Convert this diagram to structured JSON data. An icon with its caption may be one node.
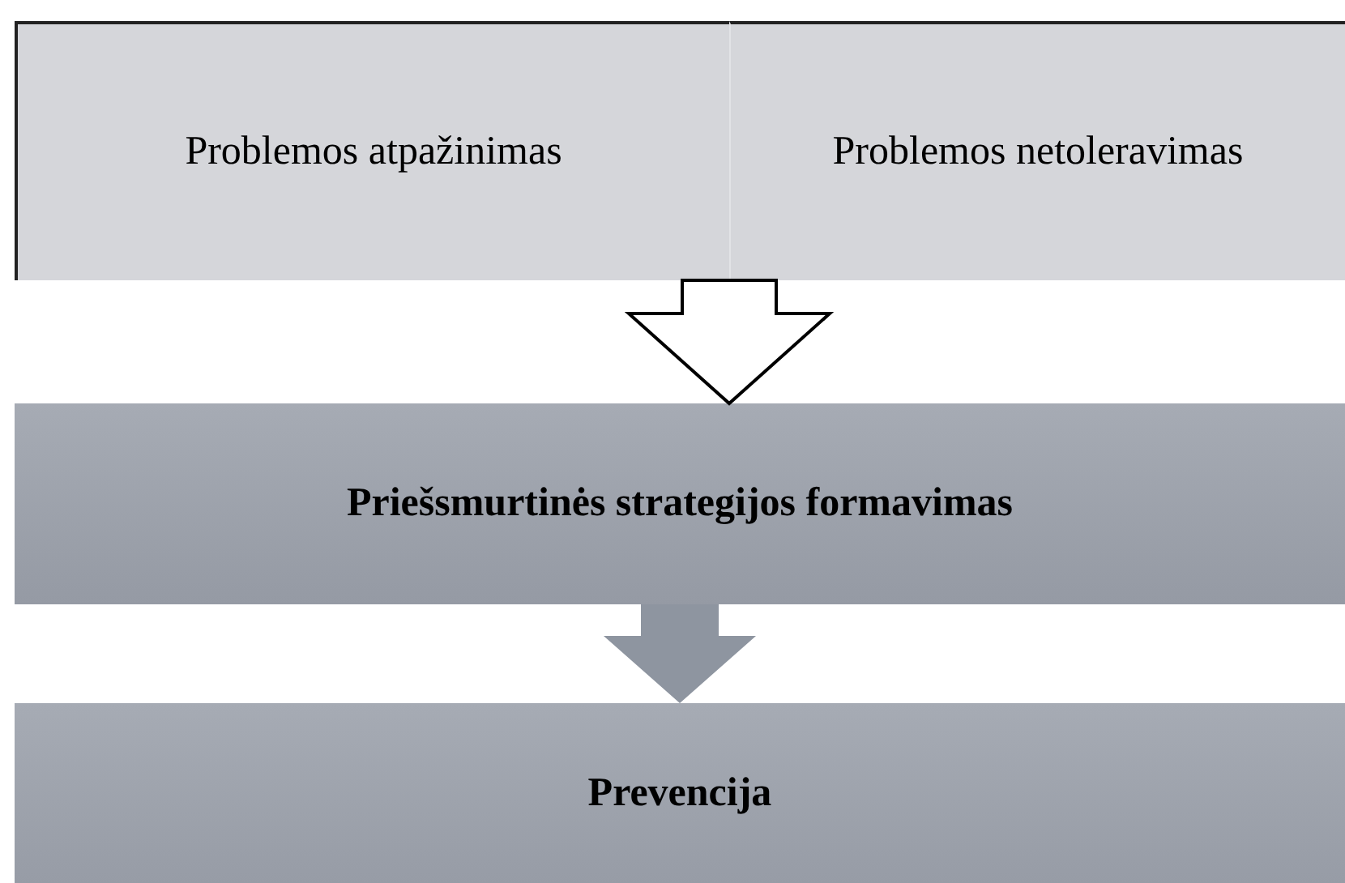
{
  "diagram": {
    "nodes": [
      {
        "text": [
          "Problemos atpažinimas"
        ]
      },
      {
        "text": [
          "Problemos netoleravimas"
        ]
      },
      {
        "text": [
          "Priešsmurtinės strategijos formavimas"
        ]
      },
      {
        "text": [
          "Prevencija"
        ]
      }
    ],
    "edges": [
      {
        "from": 0,
        "to": 2,
        "arrow": "to"
      },
      {
        "from": 1,
        "to": 2,
        "arrow": "to"
      },
      {
        "from": 2,
        "to": 3,
        "arrow": "to",
        "color": "#8e95a0"
      }
    ]
  }
}
